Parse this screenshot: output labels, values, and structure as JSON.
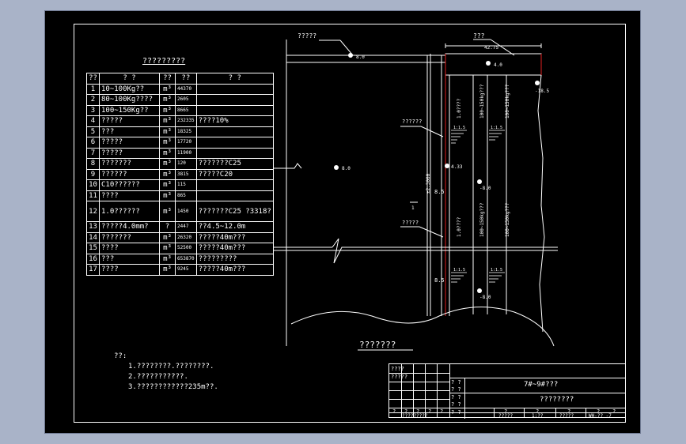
{
  "drawing": {
    "table_title": "?????????",
    "table": {
      "headers": [
        "??",
        "?  ?",
        "??",
        "??",
        "?  ?"
      ],
      "rows": [
        [
          "1",
          "10~100Kg??",
          "m³",
          "44370",
          ""
        ],
        [
          "2",
          "80~100Kg????",
          "m³",
          "2605",
          ""
        ],
        [
          "3",
          "100~150Kg??",
          "m³",
          "8665",
          ""
        ],
        [
          "4",
          "?????",
          "m³",
          "232335",
          "????10%"
        ],
        [
          "5",
          "???",
          "m³",
          "18325",
          ""
        ],
        [
          "6",
          "?????",
          "m³",
          "17720",
          ""
        ],
        [
          "7",
          "?????",
          "m³",
          "11900",
          ""
        ],
        [
          "8",
          "???????",
          "m³",
          "120",
          "???????C25"
        ],
        [
          "9",
          "??????",
          "m³",
          "3815",
          "?????C20"
        ],
        [
          "10",
          "C10??????",
          "m³",
          "115",
          ""
        ],
        [
          "11",
          "????",
          "m³",
          "865",
          ""
        ],
        [
          "12",
          "1.0??????",
          "m³",
          "1450",
          "???????C25 ?3318?"
        ],
        [
          "13",
          "?????4.0mm?",
          "?",
          "2447",
          "??4.5~12.0m"
        ],
        [
          "14",
          "???????",
          "m³",
          "26320",
          "?????40m???"
        ],
        [
          "15",
          "????",
          "m³",
          "52500",
          "?????40m???"
        ],
        [
          "16",
          "???",
          "m³",
          "653870",
          "?????????"
        ],
        [
          "17",
          "????",
          "m³",
          "9245",
          "?????40m???"
        ]
      ]
    },
    "notes": {
      "title": "??:",
      "items": [
        "1.????????.????????.",
        "2.???????????.",
        "3.????????????235m??."
      ]
    },
    "section": {
      "caption": "???????",
      "label_top_left": "?????",
      "label_top_right": "???",
      "label_mid1": "??????",
      "label_mid2": "?????",
      "marker_left_top": "8.0",
      "marker_left_mid": "8.0",
      "marker_right": "4.0",
      "marker_far_right": "-18.5",
      "marker_433": "4.33",
      "marker_down1": "-8.0",
      "marker_down2": "-8.0",
      "width_label": "42.75",
      "height_label": "±2.3000",
      "side_a": "8.5",
      "side_b": "8.5",
      "slope1": "1:1.5",
      "slope2": "1:1.5",
      "slope3": "1:1.5",
      "slope4": "1:1.5",
      "vert_a1": "1.0????",
      "vert_b1": "100~150kg???",
      "vert_c1": "100~150kg???",
      "vert_a2": "1.0????",
      "vert_b2": "100~150kg???",
      "vert_c2": "100~150kg???",
      "small_tag": "1"
    },
    "title_block": {
      "name_line": "7#~9#???",
      "subname": "????????",
      "cells": [
        "????",
        "?????",
        "? ?",
        "? ?",
        "? ?",
        "? ?",
        "? ?",
        "?",
        "?",
        "?",
        "?",
        "?",
        "?",
        "?",
        "?",
        "?",
        "?"
      ],
      "bottom_left": "?????????",
      "scale_label": "?????",
      "scale_value": "1:??",
      "sheet_label": "?????",
      "dwg_no": "??????",
      "dwg_label": "WH-?? -7"
    }
  }
}
